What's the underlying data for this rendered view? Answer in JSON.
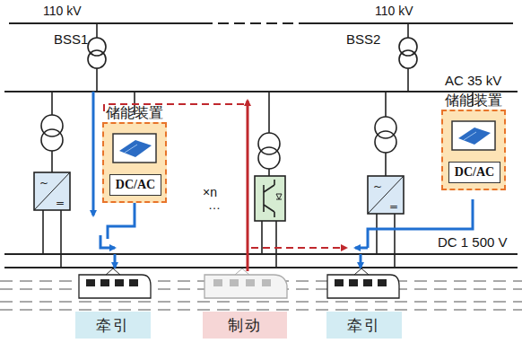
{
  "diagram": {
    "nodes": [
      {
        "text": [
          "储能装置"
        ]
      },
      {
        "text": [
          "DC/AC"
        ],
        "in": 0
      },
      {
        "text": [
          "储能装置"
        ]
      },
      {
        "text": [
          "DC/AC"
        ],
        "in": 2
      },
      {
        "text": [
          "牵引"
        ]
      },
      {
        "text": [
          "制动"
        ]
      },
      {
        "text": [
          "牵引"
        ]
      }
    ],
    "labels": [
      "110 kV",
      "110 kV",
      "BSS1",
      "BSS2",
      "AC 35 kV",
      "×n",
      "…",
      "DC 1 500 V"
    ]
  }
}
